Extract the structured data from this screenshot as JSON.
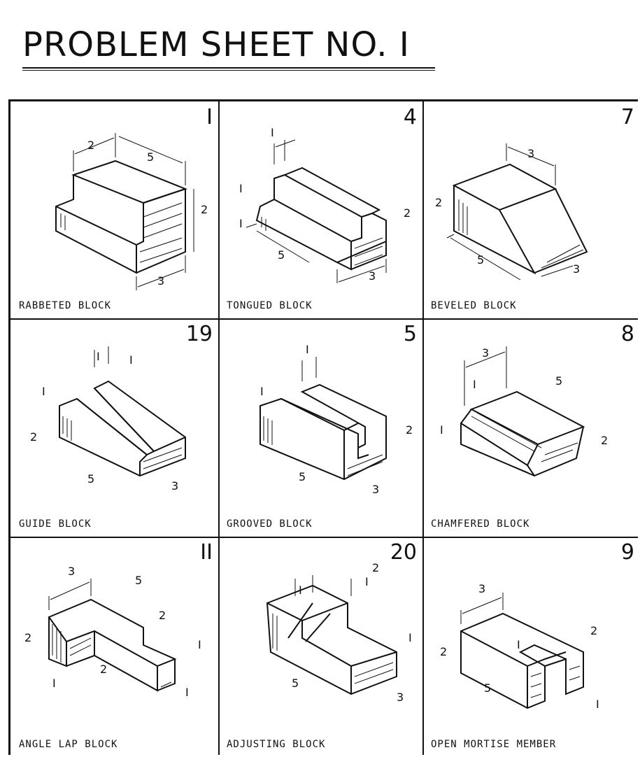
{
  "header": {
    "title": "PROBLEM SHEET NO. I"
  },
  "problems": [
    {
      "number": "I",
      "caption": "RABBETED BLOCK",
      "dims": [
        "2",
        "5",
        "2",
        "3"
      ]
    },
    {
      "number": "4",
      "caption": "TONGUED BLOCK",
      "dims": [
        "I",
        "I",
        "I",
        "2",
        "5",
        "3"
      ]
    },
    {
      "number": "7",
      "caption": "BEVELED BLOCK",
      "dims": [
        "3",
        "2",
        "5",
        "3"
      ]
    },
    {
      "number": "19",
      "caption": "GUIDE BLOCK",
      "dims": [
        "I",
        "I",
        "I",
        "2",
        "5",
        "3"
      ]
    },
    {
      "number": "5",
      "caption": "GROOVED BLOCK",
      "dims": [
        "I",
        "I",
        "2",
        "5",
        "3"
      ]
    },
    {
      "number": "8",
      "caption": "CHAMFERED BLOCK",
      "dims": [
        "3",
        "5",
        "I",
        "I",
        "2"
      ]
    },
    {
      "number": "II",
      "caption": "ANGLE LAP BLOCK",
      "dims": [
        "3",
        "5",
        "2",
        "2",
        "I",
        "2",
        "I",
        "I"
      ]
    },
    {
      "number": "20",
      "caption": "ADJUSTING BLOCK",
      "dims": [
        "2",
        "I",
        "I",
        "I",
        "5",
        "3"
      ]
    },
    {
      "number": "9",
      "caption": "OPEN MORTISE MEMBER",
      "dims": [
        "3",
        "2",
        "2",
        "I",
        "5",
        "I"
      ]
    }
  ]
}
